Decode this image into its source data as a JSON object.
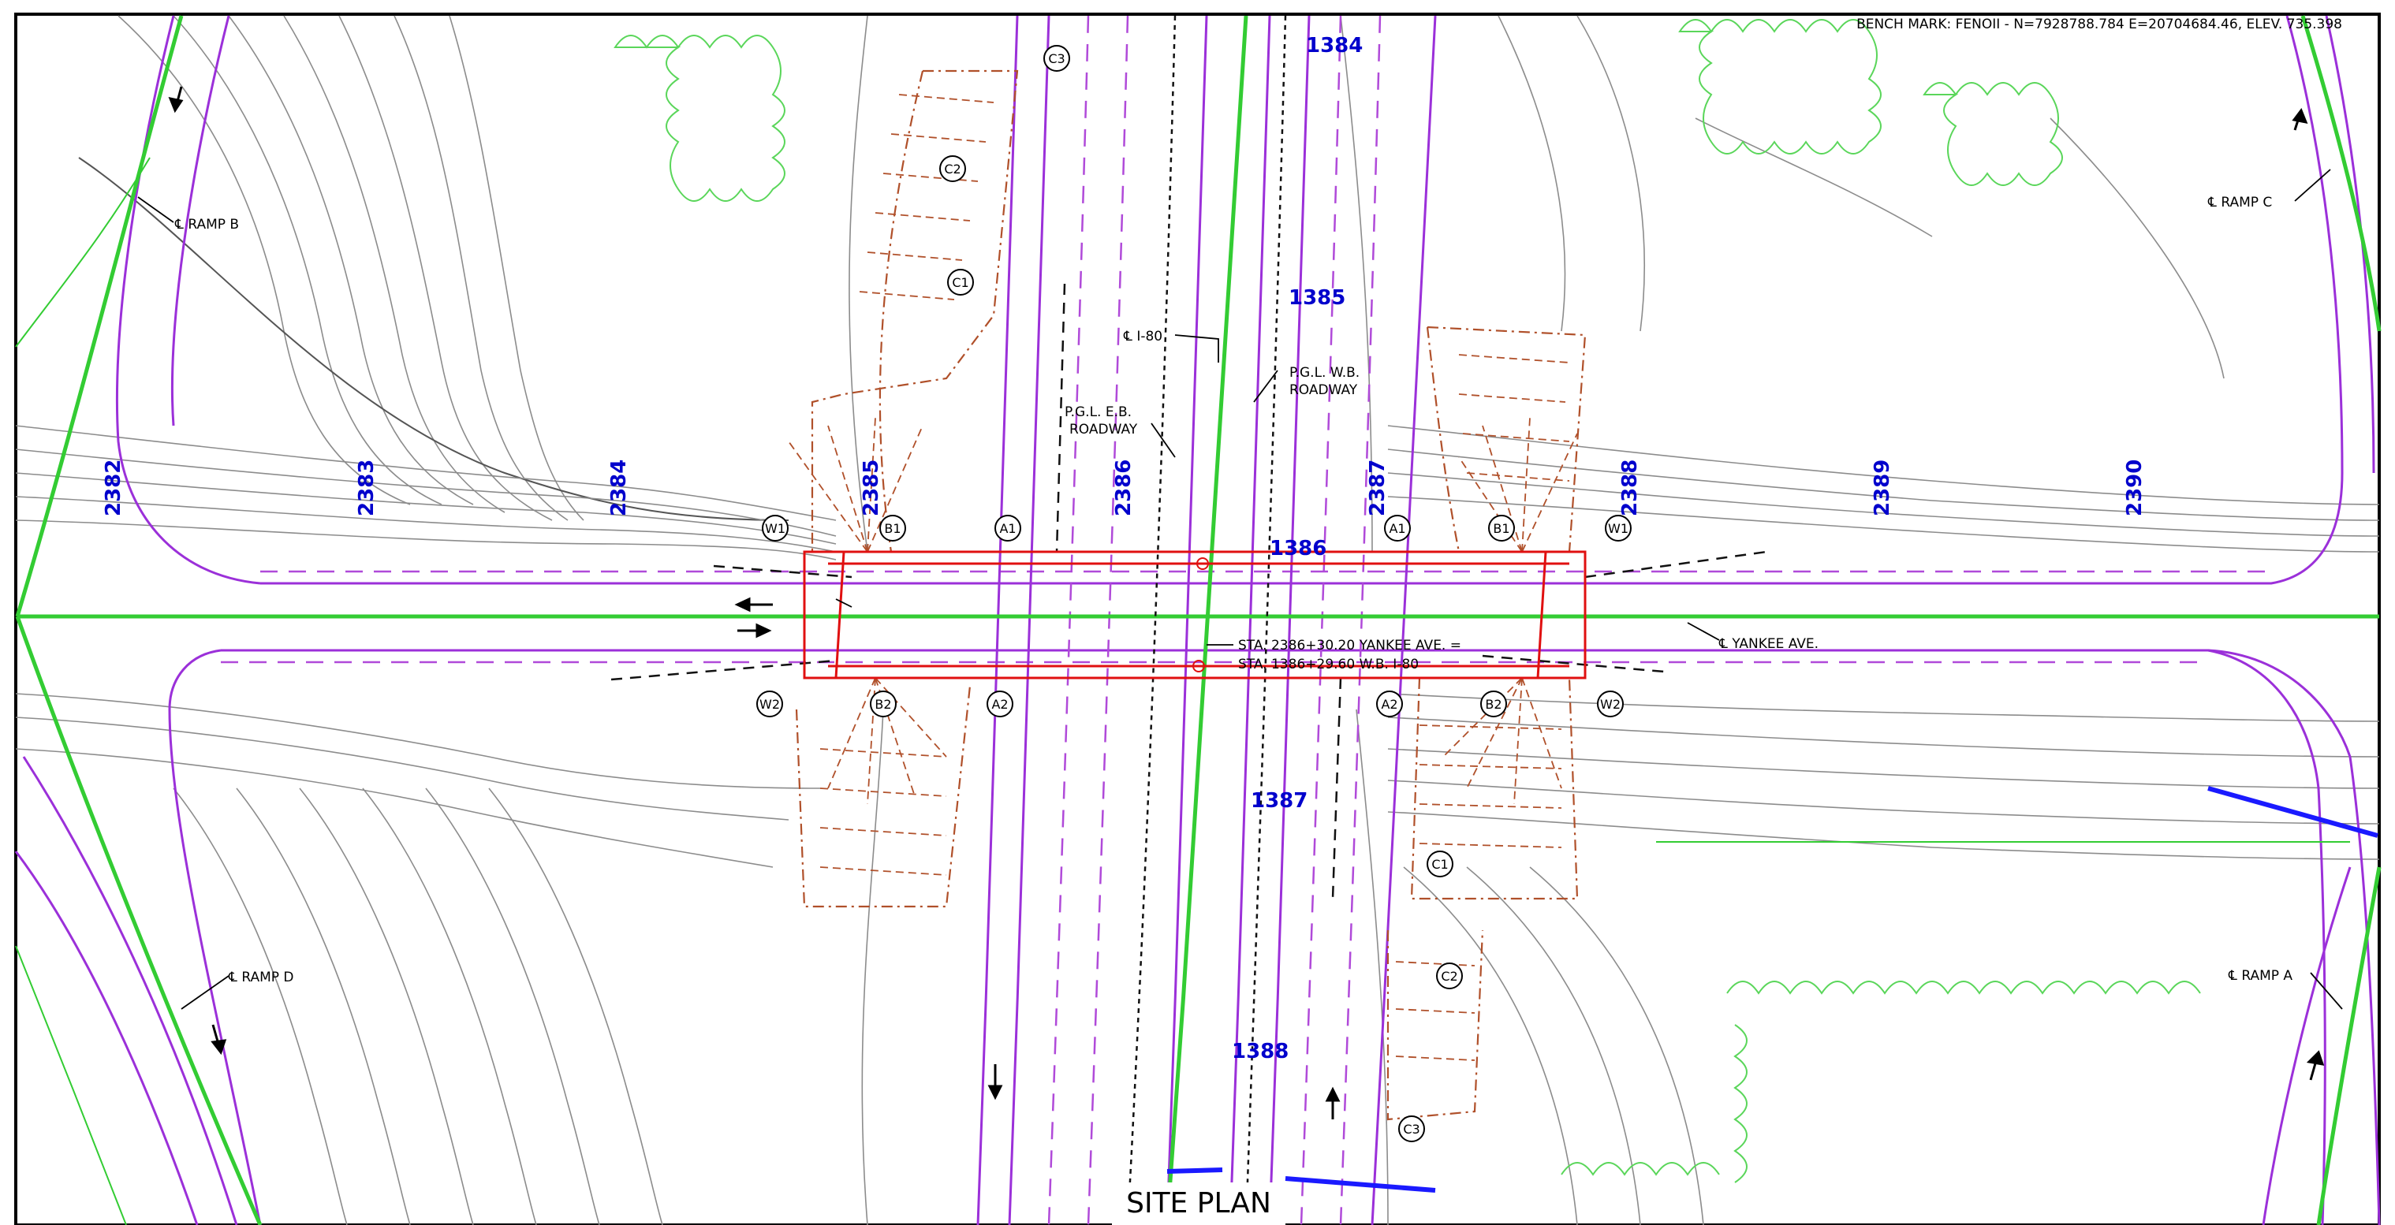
{
  "title_block": {
    "bench_mark": "BENCH MARK: FENOII - N=7928788.784 E=20704684.46, ELEV. 735.398",
    "drawing_title": "SITE PLAN"
  },
  "stations_yankee": [
    "2382",
    "2383",
    "2384",
    "2385",
    "2386",
    "2387",
    "2388",
    "2389",
    "2390"
  ],
  "stations_i80": [
    "1384",
    "1385",
    "1386",
    "1387",
    "1388"
  ],
  "alignment_labels": {
    "ramp_b": "℄ RAMP B",
    "ramp_c": "℄ RAMP C",
    "ramp_d": "℄ RAMP D",
    "ramp_a": "℄ RAMP A",
    "cl_i80": "℄ I-80",
    "yankee_ave": "℄ YANKEE AVE.",
    "pgl_eb_1": "P.G.L. E.B.",
    "pgl_eb_2": "ROADWAY",
    "pgl_wb_1": "P.G.L. W.B.",
    "pgl_wb_2": "ROADWAY",
    "sta_line_1": "STA. 2386+30.20  YANKEE AVE. =",
    "sta_line_2": "STA. 1386+29.60  W.B. I-80"
  },
  "point_labels": {
    "W1": "W1",
    "B1": "B1",
    "A1": "A1",
    "W2": "W2",
    "B2": "B2",
    "A2": "A2",
    "C1": "C1",
    "C2": "C2",
    "C3": "C3"
  },
  "colors": {
    "station_blue": "#0000cc",
    "alignment_green": "#33cc33",
    "roadway_purple": "#9b30d9",
    "bridge_red": "#e01010",
    "slope_brown": "#b0502a",
    "contour_gray": "#8c8c8c"
  }
}
